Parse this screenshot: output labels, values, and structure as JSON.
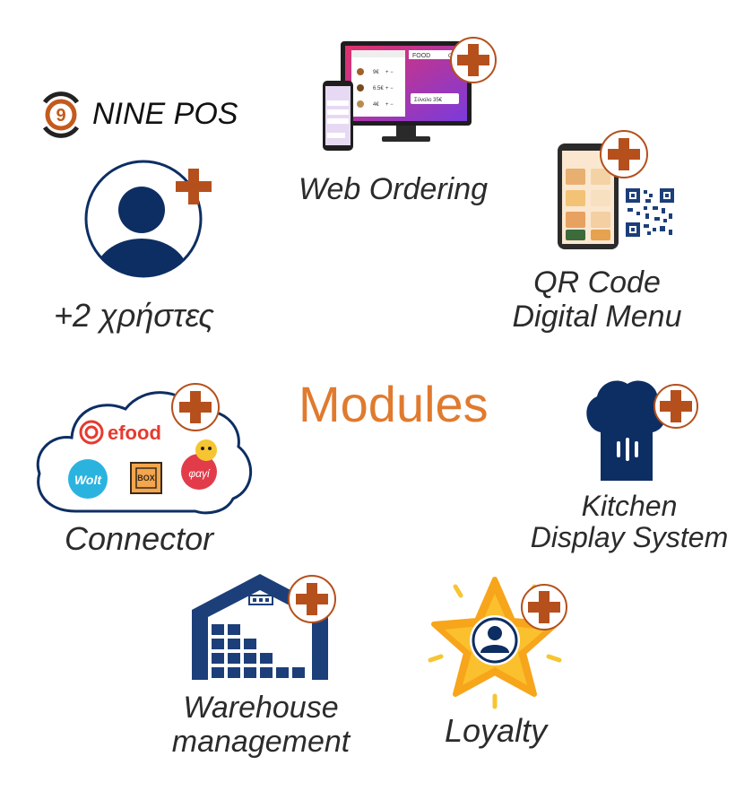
{
  "brand": {
    "name": "NINE POS",
    "logo_number": "9"
  },
  "title": "Modules",
  "colors": {
    "accent": "#e07a2e",
    "plus": "#b5501d",
    "navy": "#0d2e63"
  },
  "modules": {
    "users": {
      "label": "+2 χρήστες",
      "icon": "user-icon"
    },
    "web_ordering": {
      "label": "Web Ordering",
      "icon": "devices-icon",
      "screen_header": "FOOD",
      "screen_header_right": "Or",
      "prices": [
        "9€",
        "6.5€",
        "4€"
      ],
      "cart_text": "Σύνολο 35€"
    },
    "qr_menu": {
      "label_line1": "QR Code",
      "label_line2": "Digital Menu",
      "icon": "qr-menu-icon"
    },
    "connector": {
      "label": "Connector",
      "icon": "cloud-icon",
      "brands": {
        "efood": "efood",
        "wolt": "Wolt",
        "box": "BOX",
        "fagi": "φαγί"
      }
    },
    "kds": {
      "label_line1": "Kitchen",
      "label_line2": "Display System",
      "icon": "chef-hat-icon"
    },
    "warehouse": {
      "label_line1": "Warehouse",
      "label_line2": "management",
      "icon": "warehouse-icon"
    },
    "loyalty": {
      "label": "Loyalty",
      "icon": "star-user-icon"
    }
  }
}
